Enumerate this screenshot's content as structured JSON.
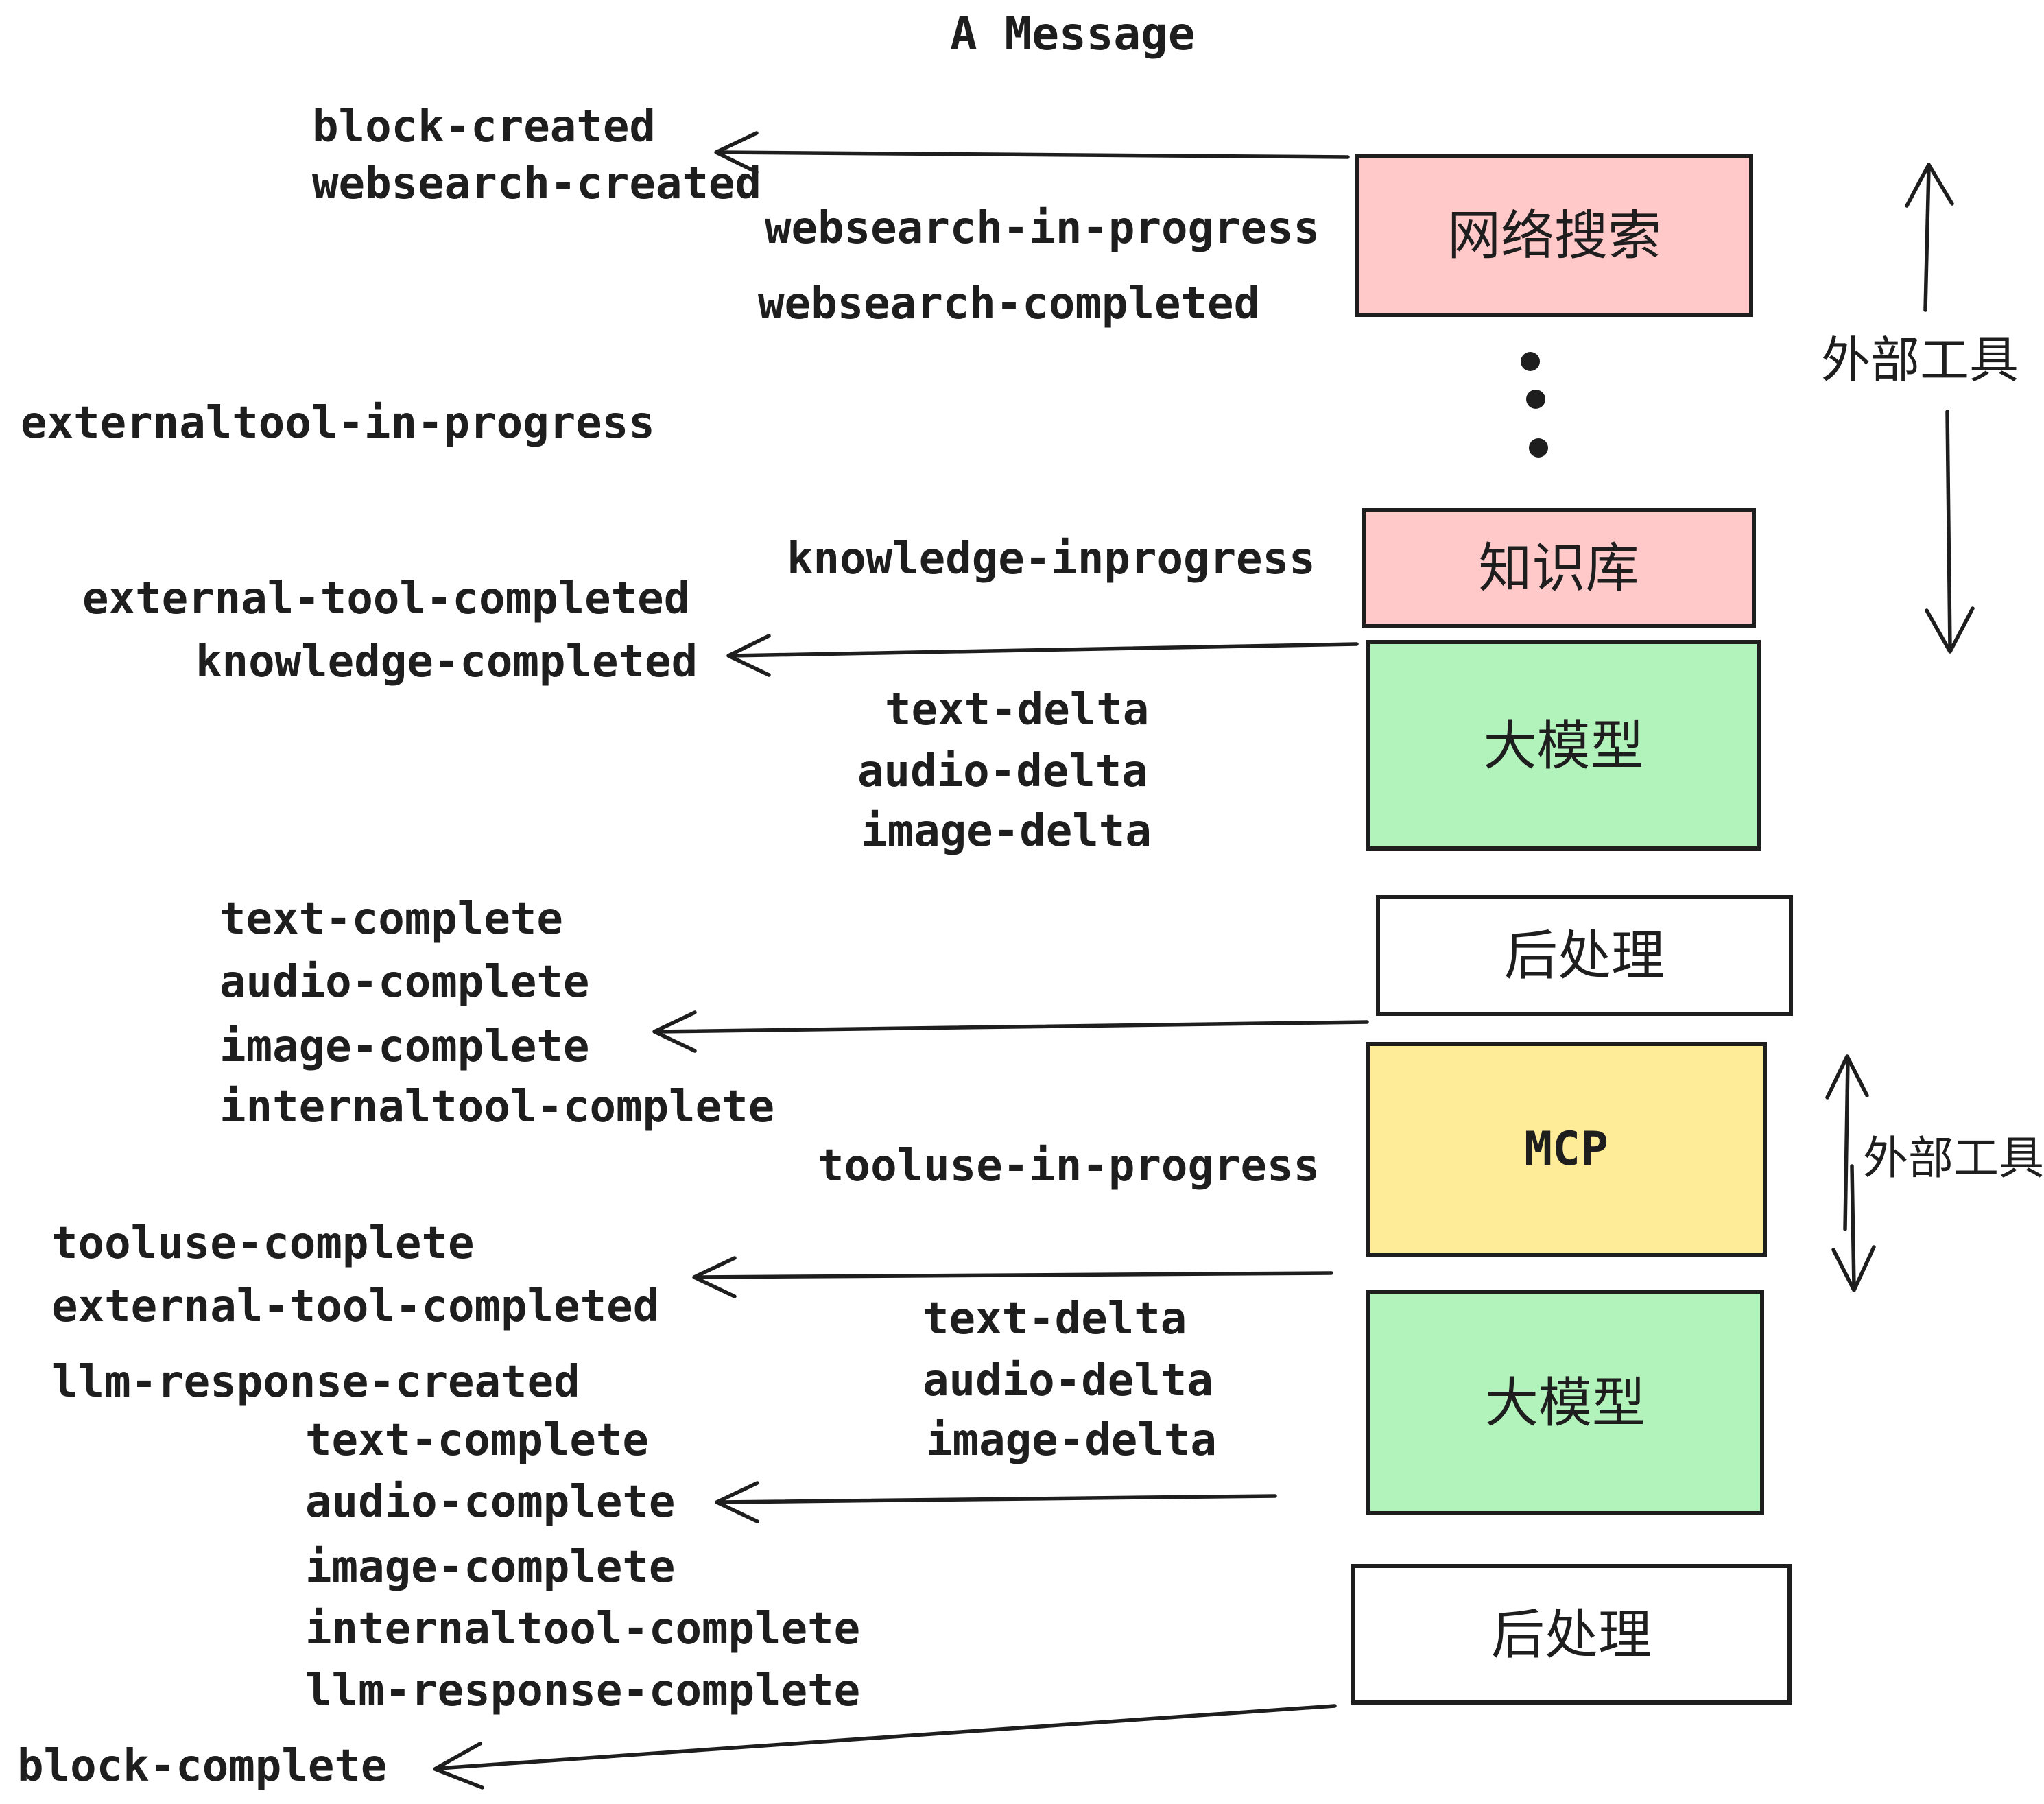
{
  "title": "A Message",
  "colors": {
    "stroke": "#1e1e1e",
    "external_tool_fill": "#ffc9c9",
    "llm_fill": "#b2f2bb",
    "mcp_fill": "#ffec99",
    "postprocess_fill": "#ffffff"
  },
  "boxes": [
    {
      "id": "websearch",
      "label": "网络搜索",
      "fill": "#ffc9c9"
    },
    {
      "id": "knowledge",
      "label": "知识库",
      "fill": "#ffc9c9"
    },
    {
      "id": "llm-1",
      "label": "大模型",
      "fill": "#b2f2bb"
    },
    {
      "id": "postprocess-1",
      "label": "后处理",
      "fill": "#ffffff"
    },
    {
      "id": "mcp",
      "label": "MCP",
      "fill": "#ffec99"
    },
    {
      "id": "llm-2",
      "label": "大模型",
      "fill": "#b2f2bb"
    },
    {
      "id": "postprocess-2",
      "label": "后处理",
      "fill": "#ffffff"
    }
  ],
  "events": [
    {
      "label": "block-created"
    },
    {
      "label": "websearch-created"
    },
    {
      "label": "websearch-in-progress"
    },
    {
      "label": "websearch-completed"
    },
    {
      "label": "externaltool-in-progress"
    },
    {
      "label": "knowledge-inprogress"
    },
    {
      "label": "external-tool-completed"
    },
    {
      "label": "knowledge-completed"
    },
    {
      "label": "text-delta"
    },
    {
      "label": "audio-delta"
    },
    {
      "label": "image-delta"
    },
    {
      "label": "text-complete"
    },
    {
      "label": "audio-complete"
    },
    {
      "label": "image-complete"
    },
    {
      "label": "internaltool-complete"
    },
    {
      "label": "tooluse-in-progress"
    },
    {
      "label": "tooluse-complete"
    },
    {
      "label": "external-tool-completed"
    },
    {
      "label": "llm-response-created"
    },
    {
      "label": "text-complete"
    },
    {
      "label": "audio-complete"
    },
    {
      "label": "image-complete"
    },
    {
      "label": "internaltool-complete"
    },
    {
      "label": "llm-response-complete"
    },
    {
      "label": "block-complete"
    },
    {
      "label": "text-delta"
    },
    {
      "label": "audio-delta"
    },
    {
      "label": "image-delta"
    }
  ],
  "annotations": {
    "external_tools_top": "外部工具",
    "external_tools_bottom": "外部工具"
  }
}
